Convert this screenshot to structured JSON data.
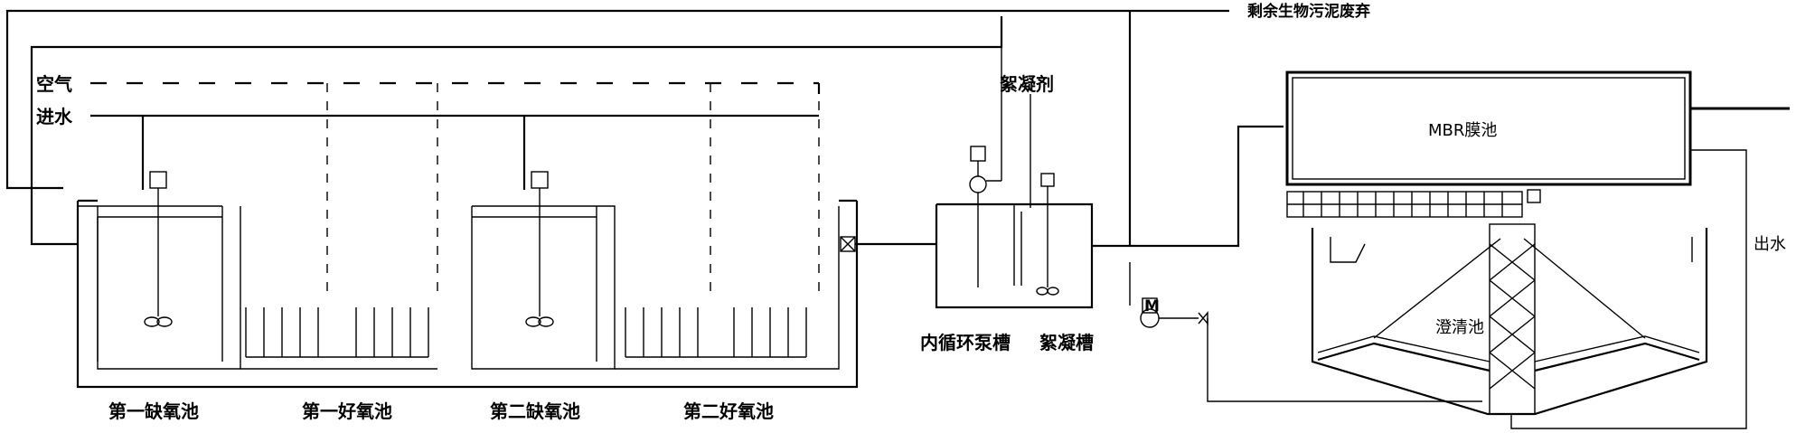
{
  "labels": {
    "air": "空气",
    "influent": "进水",
    "excess_sludge": "剩余生物污泥废弃",
    "flocculant": "絮凝剂",
    "mbr": "MBR膜池",
    "effluent": "出水",
    "clarifier": "澄清池",
    "anoxic1": "第一缺氧池",
    "aerobic1": "第一好氧池",
    "anoxic2": "第二缺氧池",
    "aerobic2": "第二好氧池",
    "pump_tank": "内循环泵槽",
    "floc_tank": "絮凝槽",
    "motor_letter": "M"
  }
}
